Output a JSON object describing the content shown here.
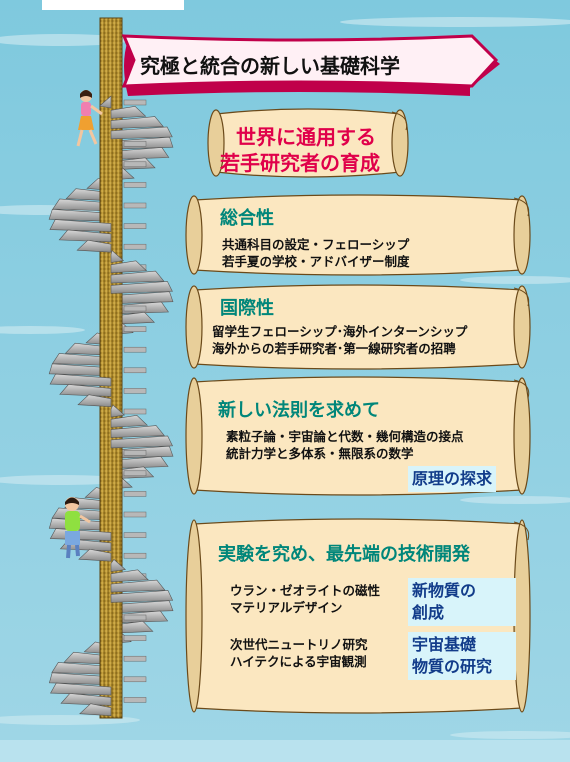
{
  "title": "究極と統合の新しい基礎科学",
  "sections": [
    {
      "heading_lines": [
        "世界に通用する",
        "若手研究者の育成"
      ]
    },
    {
      "heading": "総合性",
      "lines": [
        "共通科目の設定・フェローシップ",
        "若手夏の学校・アドバイザー制度"
      ]
    },
    {
      "heading": "国際性",
      "lines": [
        "留学生フェローシップ･海外インターンシップ",
        "海外からの若手研究者･第一線研究者の招聘"
      ]
    },
    {
      "heading": "新しい法則を求めて",
      "lines": [
        "素粒子論・宇宙論と代数・幾何構造の接点",
        "統計力学と多体系・無限系の数学"
      ],
      "tag": "原理の探求"
    },
    {
      "heading": "実験を究め、最先端の技術開発",
      "groups": [
        {
          "lines": [
            "ウラン・ゼオライトの磁性",
            "マテリアルデザイン"
          ],
          "tag_lines": [
            "新物質の",
            "創成"
          ]
        },
        {
          "lines": [
            "次世代ニュートリノ研究",
            "ハイテクによる宇宙観測"
          ],
          "tag_lines": [
            "宇宙基礎",
            "物質の研究"
          ]
        }
      ]
    }
  ],
  "colors": {
    "heading_red": "#e0004a",
    "heading_teal": "#00867a",
    "tag_blue": "#123c8a",
    "scroll_fill": "#fbe7c0",
    "banner_border": "#c0004a",
    "banner_fill": "#fff0f5",
    "column": "#c8a030"
  },
  "icons": [
    "spiral-staircase",
    "climbing-woman-figure",
    "climbing-boy-figure"
  ]
}
